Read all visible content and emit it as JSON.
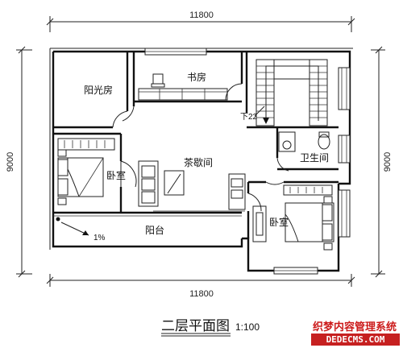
{
  "dimensions": {
    "top_width": "11800",
    "bottom_width": "11800",
    "left_depth": "9000",
    "right_depth": "9000"
  },
  "rooms": {
    "sunroom": "阳光房",
    "study": "书房",
    "tea_room": "茶歇间",
    "bedroom_left": "卧室",
    "bedroom_right": "卧室",
    "bathroom": "卫生间",
    "balcony": "阳台"
  },
  "annotations": {
    "stair_down": "下22",
    "slope": "1%"
  },
  "caption": {
    "title": "二层平面图",
    "scale": "1:100"
  },
  "watermark": {
    "line1": "织梦内容管理系统",
    "line2": "DEDECMS.COM"
  }
}
